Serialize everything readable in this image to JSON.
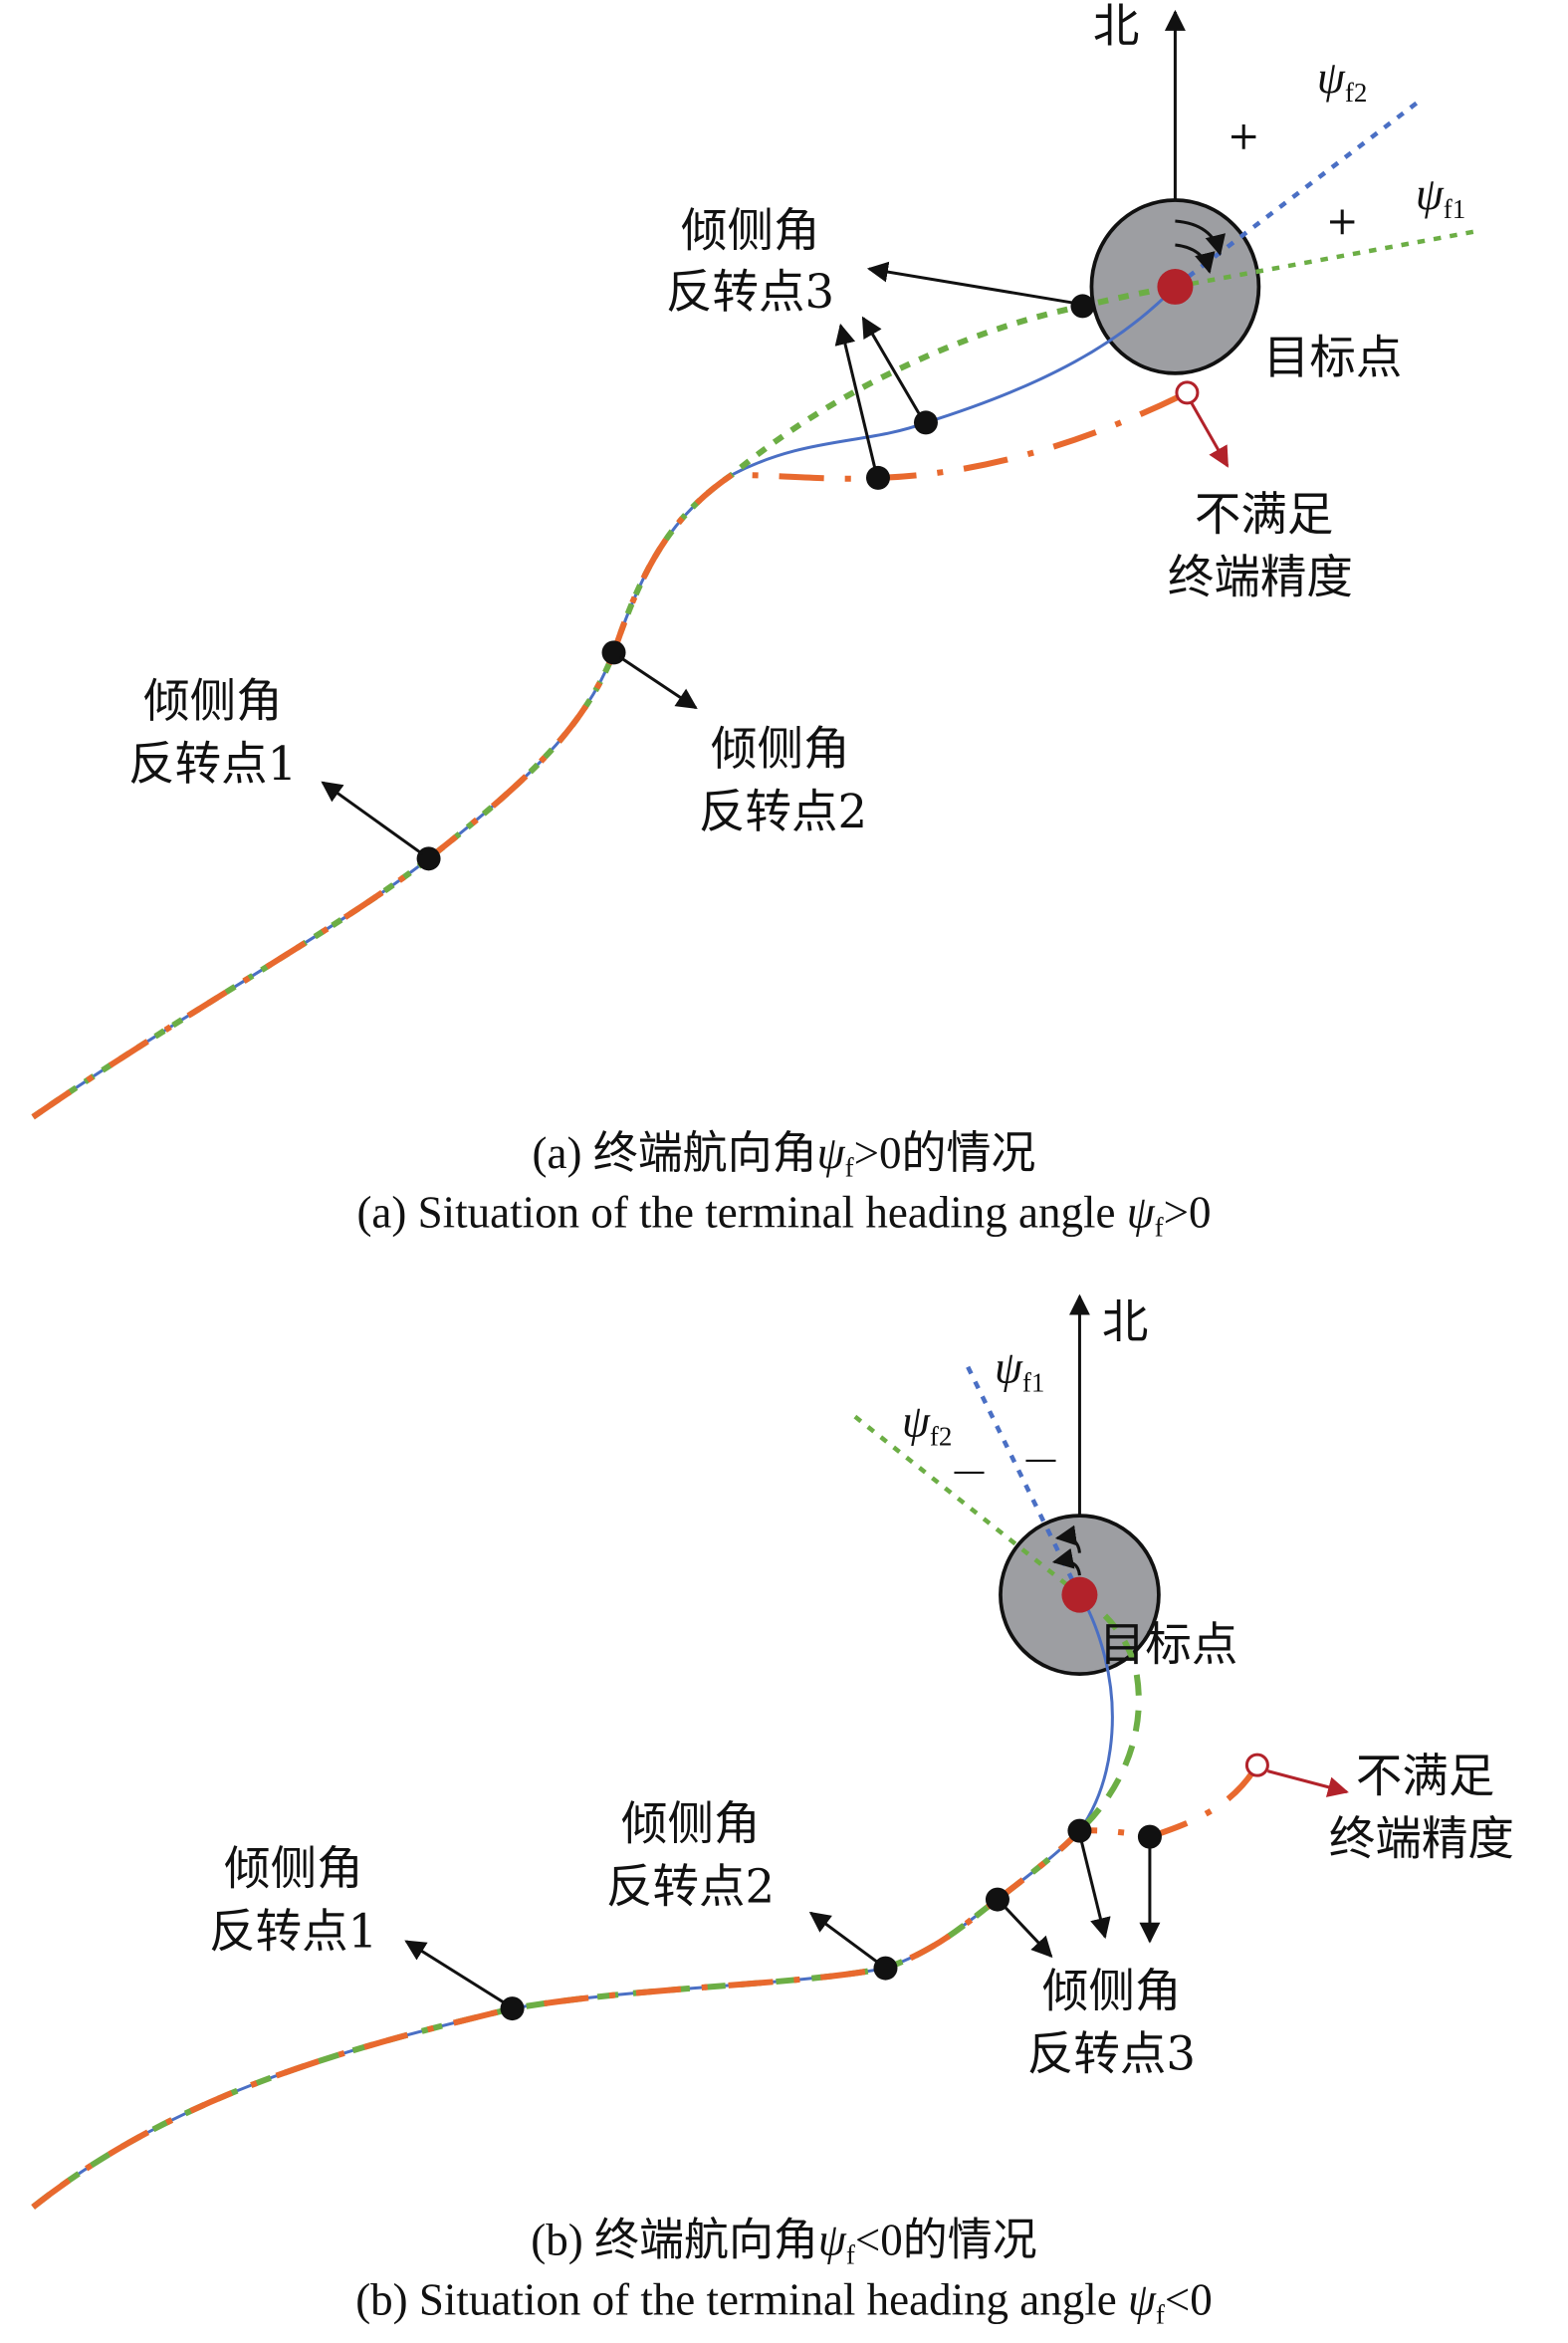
{
  "panel_a": {
    "north": "北",
    "psi_f1": "ψ",
    "psi_f1_sub": "f1",
    "psi_f2": "ψ",
    "psi_f2_sub": "f2",
    "plus": "+",
    "target": "目标点",
    "reversal1": [
      "倾侧角",
      "反转点1"
    ],
    "reversal2": [
      "倾侧角",
      "反转点2"
    ],
    "reversal3": [
      "倾侧角",
      "反转点3"
    ],
    "not_met": [
      "不满足",
      "终端精度"
    ],
    "caption_cn_pre": "(a) 终端航向角",
    "caption_cn_sym": "ψ",
    "caption_cn_sub": "f",
    "caption_cn_post": ">0的情况",
    "caption_en_pre": "(a) Situation of the terminal heading angle ",
    "caption_en_sym": "ψ",
    "caption_en_sub": "f",
    "caption_en_post": ">0"
  },
  "panel_b": {
    "north": "北",
    "psi_f1": "ψ",
    "psi_f1_sub": "f1",
    "psi_f2": "ψ",
    "psi_f2_sub": "f2",
    "minus": "—",
    "target": "目标点",
    "reversal1": [
      "倾侧角",
      "反转点1"
    ],
    "reversal2": [
      "倾侧角",
      "反转点2"
    ],
    "reversal3": [
      "倾侧角",
      "反转点3"
    ],
    "not_met": [
      "不满足",
      "终端精度"
    ],
    "caption_cn_pre": "(b) 终端航向角",
    "caption_cn_sym": "ψ",
    "caption_cn_sub": "f",
    "caption_cn_post": "<0的情况",
    "caption_en_pre": "(b) Situation of the terminal heading angle ",
    "caption_en_sym": "ψ",
    "caption_en_sub": "f",
    "caption_en_post": "<0"
  },
  "colors": {
    "blue": "#4a6fc4",
    "green": "#6cae45",
    "orange": "#e8692e",
    "red": "#b2222a",
    "gray": "#9d9ea2"
  }
}
